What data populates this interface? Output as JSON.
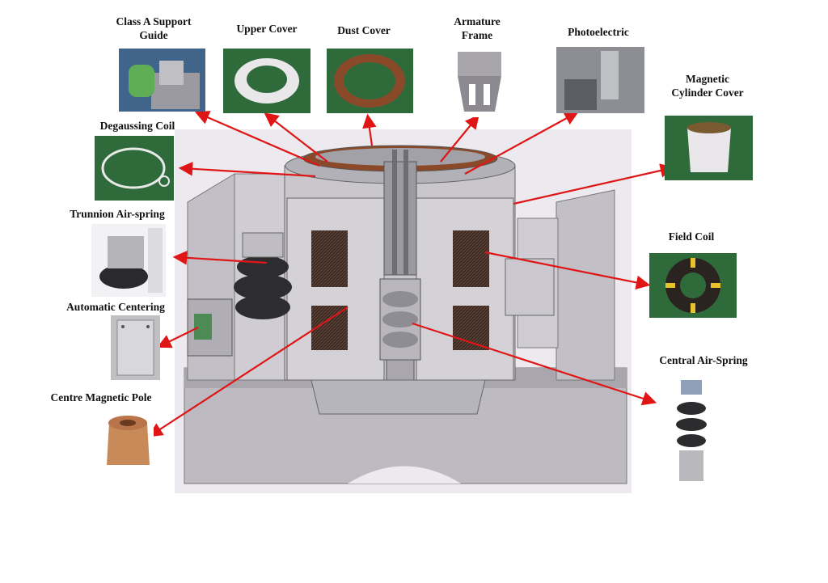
{
  "labels": {
    "class_a_support_guide": [
      "Class A Support",
      "Guide"
    ],
    "upper_cover": "Upper Cover",
    "dust_cover": "Dust Cover",
    "armature_frame": [
      "Armature",
      "Frame"
    ],
    "photoelectric": "Photoelectric",
    "magnetic_cylinder_cover": [
      "Magnetic",
      "Cylinder Cover"
    ],
    "degaussing_coil": "Degaussing Coil",
    "trunnion_air_spring": "Trunnion Air-spring",
    "automatic_centering": "Automatic Centering",
    "centre_magnetic_pole": "Centre Magnetic Pole",
    "field_coil": "Field Coil",
    "central_air_spring": "Central Air-Spring"
  },
  "colors": {
    "arrow": "#e01515",
    "photo_green": "#2f6b3a",
    "machine_grey": "#c9c7cc",
    "coil_dark": "#3a2a22",
    "dust_cover_brown": "#8a4a2a"
  }
}
